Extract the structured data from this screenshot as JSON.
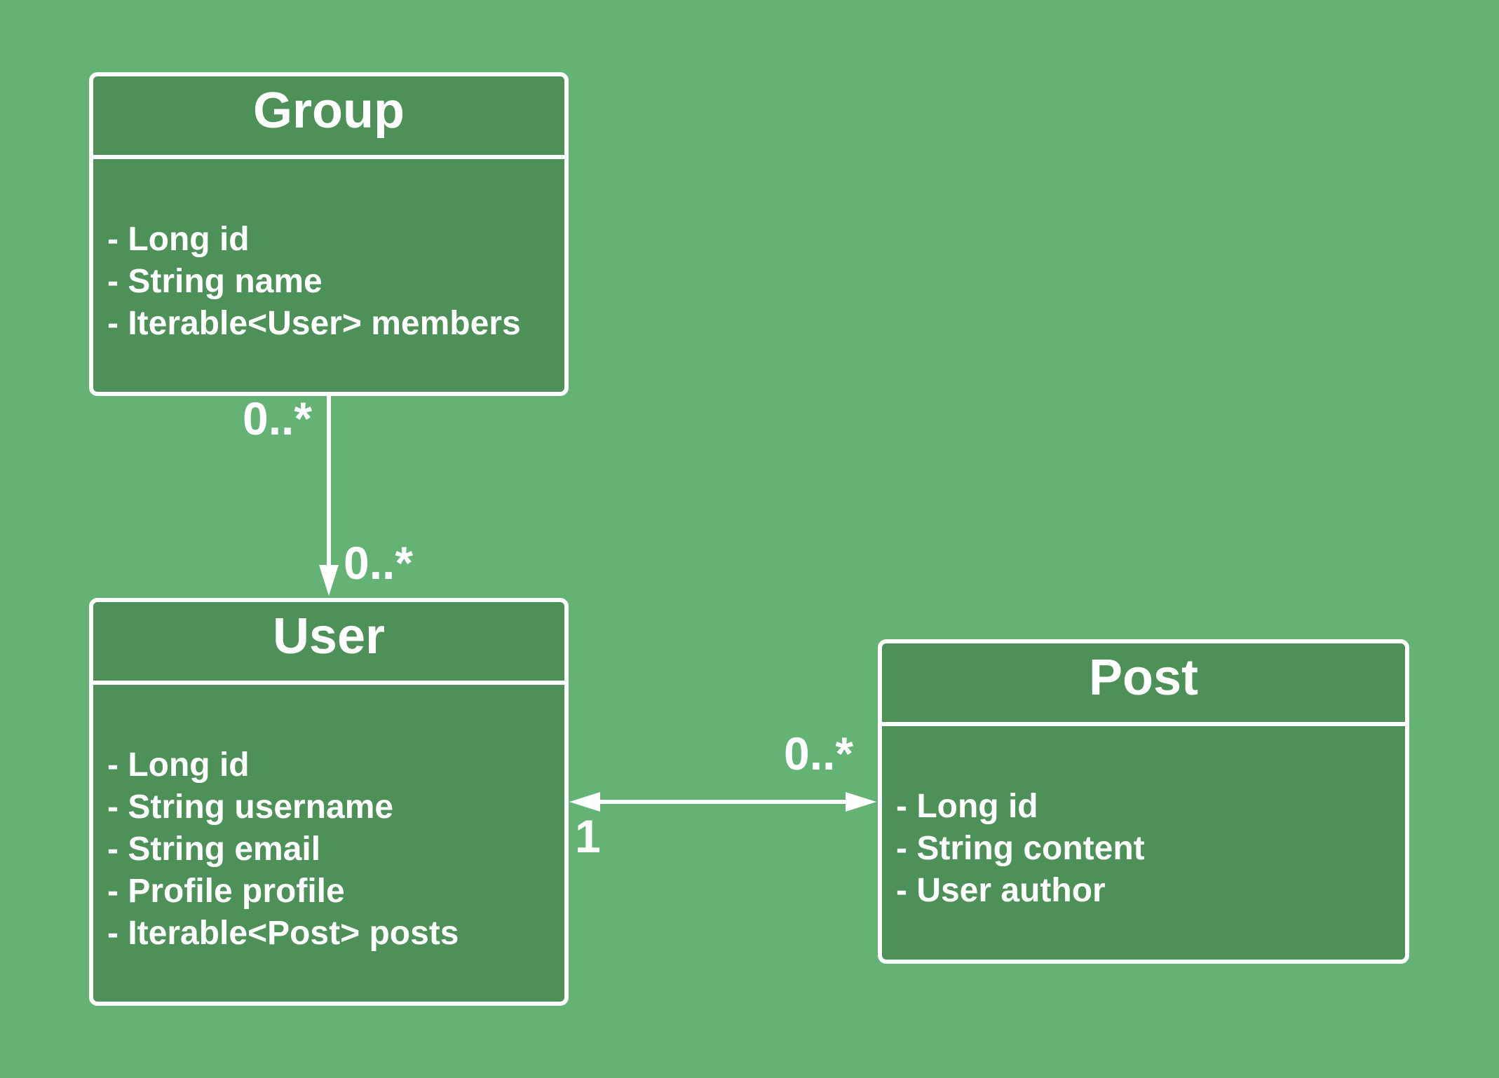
{
  "classes": {
    "group": {
      "name": "Group",
      "attributes": [
        "- Long id",
        "- String name",
        "- Iterable<User> members"
      ]
    },
    "user": {
      "name": "User",
      "attributes": [
        "- Long id",
        "- String username",
        "- String email",
        "- Profile profile",
        "- Iterable<Post> posts"
      ]
    },
    "post": {
      "name": "Post",
      "attributes": [
        "- Long id",
        "- String content",
        "- User author"
      ]
    }
  },
  "associations": {
    "group_user": {
      "source_multiplicity": "0..*",
      "target_multiplicity": "0..*"
    },
    "user_post": {
      "user_multiplicity": "1",
      "post_multiplicity": "0..*"
    }
  },
  "colors": {
    "background": "#65b275",
    "class_fill": "#4d9158",
    "stroke": "#ffffff",
    "text": "#ffffff"
  }
}
